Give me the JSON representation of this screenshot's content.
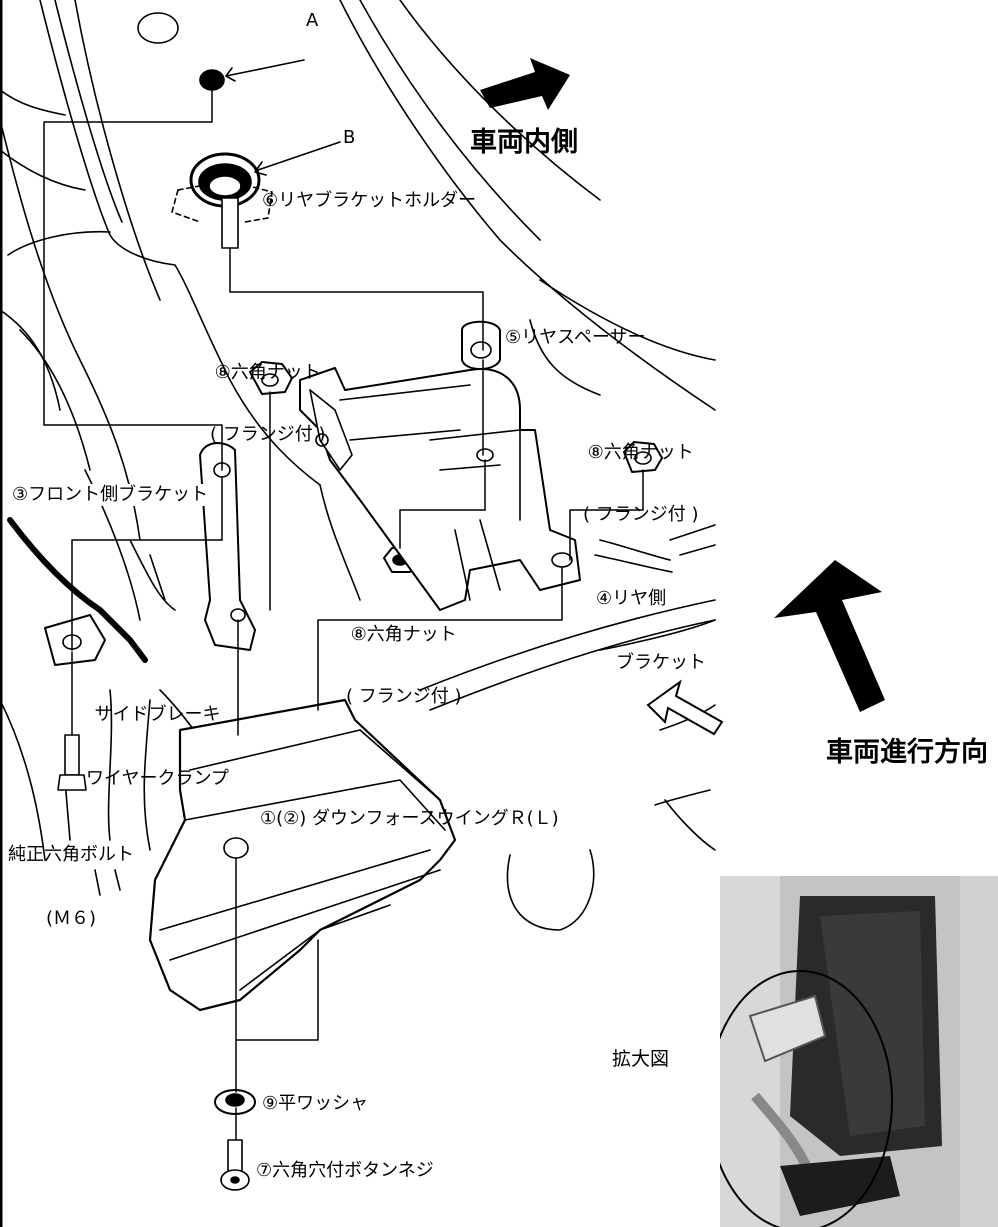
{
  "letters": {
    "a": "A",
    "b": "B"
  },
  "direction": {
    "inward": "車両内側",
    "forward": "車両進行方向"
  },
  "parts": {
    "p1": "①(②) ダウンフォースウイングＲ(Ｌ)",
    "p3": "③フロント側ブラケット",
    "p4_line1": "④リヤ側",
    "p4_line2": "ブラケット",
    "p5": "⑤リヤスペーサー",
    "p6": "⑥リヤブラケットホルダー",
    "p7": "⑦六角穴付ボタンネジ",
    "p8": "⑧六角ナット",
    "p8_sub": "( フランジ付 )",
    "p9": "⑨平ワッシャ"
  },
  "others": {
    "brake_clamp_line1": "サイドブレーキ",
    "brake_clamp_line2": "ワイヤークランプ",
    "oem_bolt_line1": "純正六角ボルト",
    "oem_bolt_line2": "(Ｍ６)"
  },
  "inset": {
    "label": "拡大図"
  }
}
